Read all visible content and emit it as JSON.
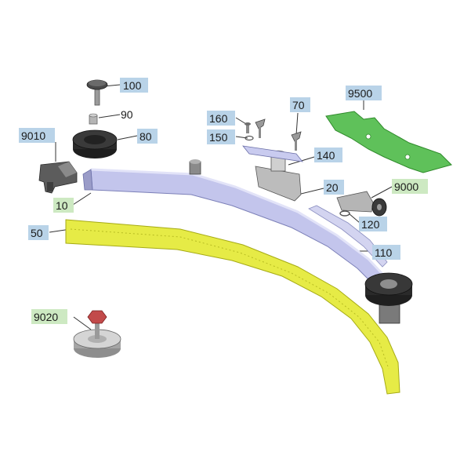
{
  "labels": {
    "l100": "100",
    "l90": "90",
    "l80": "80",
    "l9010": "9010",
    "l10": "10",
    "l50": "50",
    "l9020": "9020",
    "l160": "160",
    "l150": "150",
    "l70": "70",
    "l140": "140",
    "l20": "20",
    "l9500": "9500",
    "l9000": "9000",
    "l120": "120",
    "l110": "110"
  },
  "colors": {
    "tag_blue": "#b9d3e8",
    "tag_green": "#cde9c2",
    "squeegee_yellow": "#e6eb46",
    "frame_lavender": "#c3c5ec",
    "gasket_green": "#5fc15a",
    "wheel_dark": "#2c2c2c"
  }
}
